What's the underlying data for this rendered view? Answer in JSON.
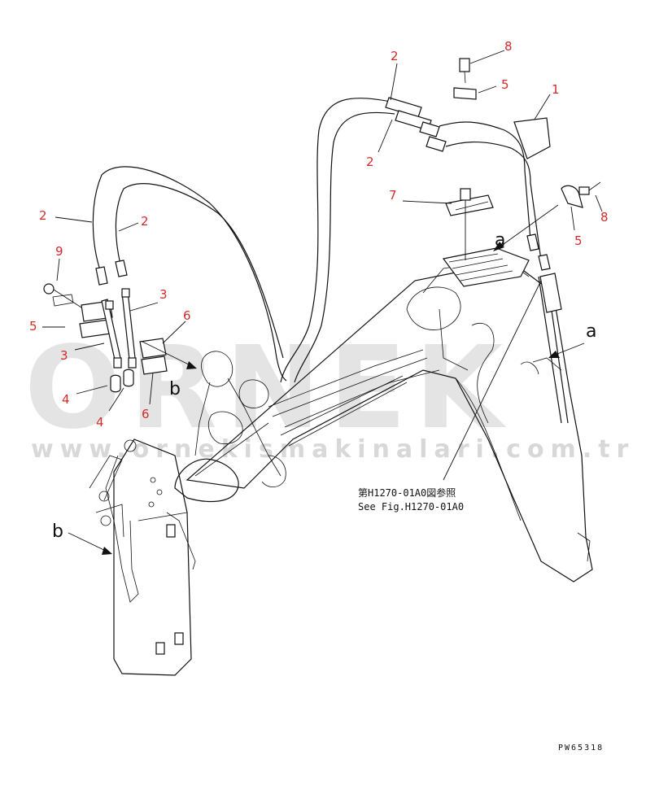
{
  "callouts": {
    "c1": "1",
    "c2a": "2",
    "c2b": "2",
    "c2c": "2",
    "c2d": "2",
    "c3a": "3",
    "c3b": "3",
    "c4a": "4",
    "c4b": "4",
    "c5a": "5",
    "c5b": "5",
    "c5c": "5",
    "c6a": "6",
    "c6b": "6",
    "c7": "7",
    "c8a": "8",
    "c8b": "8",
    "c9": "9"
  },
  "views": {
    "a1": "a",
    "a2": "a",
    "b1": "b",
    "b2": "b"
  },
  "reference": {
    "jp": "第H1270-01A0図参照",
    "en": "See Fig.H1270-01A0"
  },
  "drawing_code": "PW65318",
  "watermark": {
    "brand": "ORNEK",
    "url": "www.ornekismakinalari.com.tr"
  }
}
